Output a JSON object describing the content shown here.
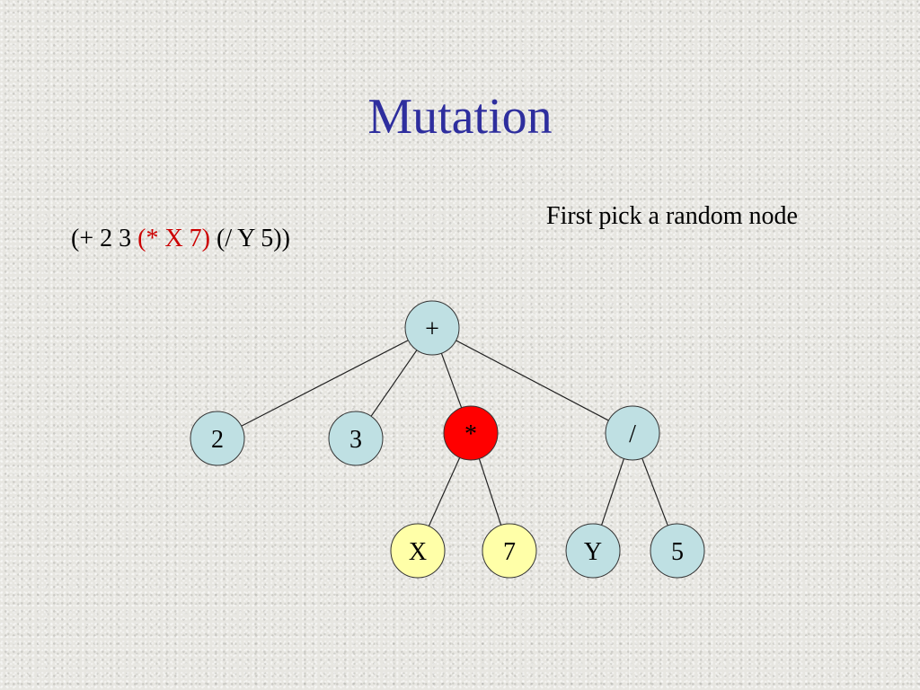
{
  "title": "Mutation",
  "expression": {
    "prefix": "(+ 2 3 ",
    "highlight": "(* X 7)",
    "suffix": " (/ Y 5))"
  },
  "caption": "First pick a random node",
  "colors": {
    "title": "#2e2e9e",
    "highlight_text": "#cc0000",
    "node_default": "#bfe0e3",
    "node_selected": "#ff0000",
    "node_subtree": "#ffffa8",
    "node_stroke": "#333333"
  },
  "tree": {
    "nodes": [
      {
        "id": "plus",
        "label": "+",
        "state": "default"
      },
      {
        "id": "two",
        "label": "2",
        "state": "default"
      },
      {
        "id": "three",
        "label": "3",
        "state": "default"
      },
      {
        "id": "times",
        "label": "*",
        "state": "selected"
      },
      {
        "id": "divide",
        "label": "/",
        "state": "default"
      },
      {
        "id": "x",
        "label": "X",
        "state": "subtree"
      },
      {
        "id": "seven",
        "label": "7",
        "state": "subtree"
      },
      {
        "id": "y",
        "label": "Y",
        "state": "default"
      },
      {
        "id": "five",
        "label": "5",
        "state": "default"
      }
    ],
    "edges": [
      [
        "plus",
        "two"
      ],
      [
        "plus",
        "three"
      ],
      [
        "plus",
        "times"
      ],
      [
        "plus",
        "divide"
      ],
      [
        "times",
        "x"
      ],
      [
        "times",
        "seven"
      ],
      [
        "divide",
        "y"
      ],
      [
        "divide",
        "five"
      ]
    ]
  }
}
